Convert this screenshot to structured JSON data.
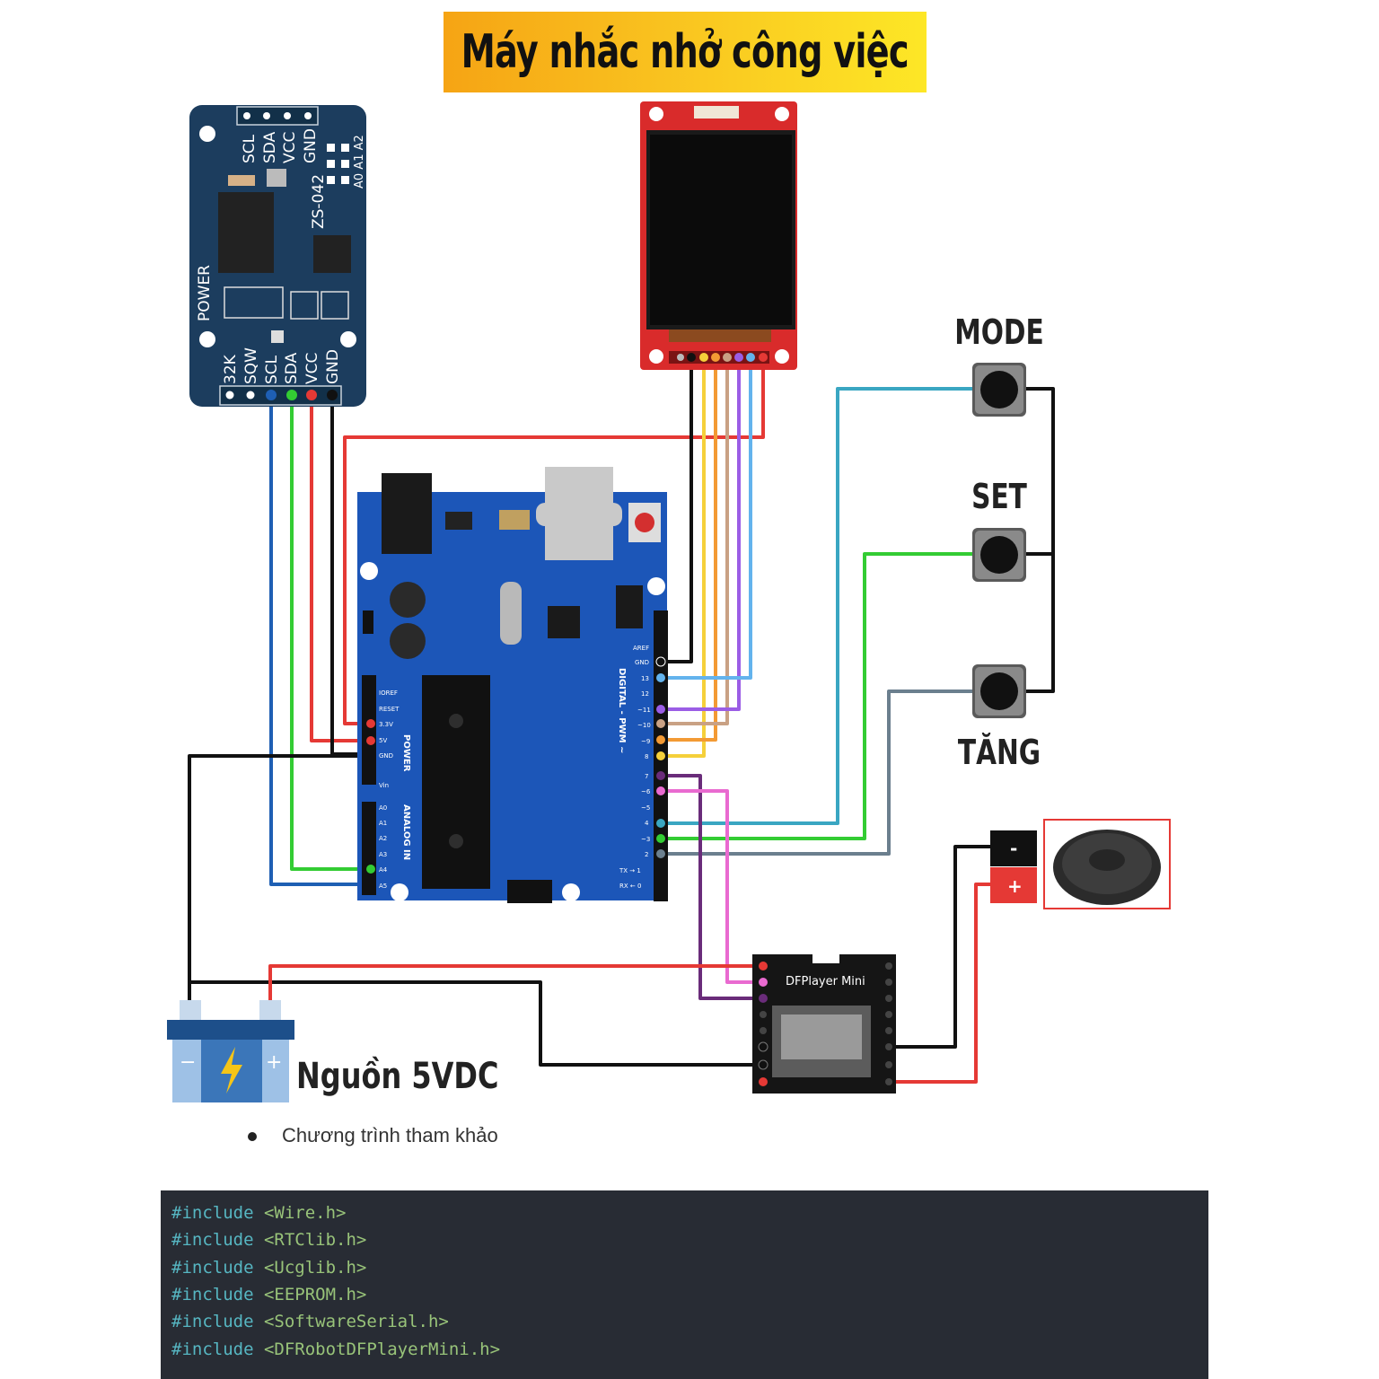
{
  "title": "Máy nhắc nhở công việc",
  "rtc_module": {
    "top_pins": [
      "SCL",
      "SDA",
      "VCC",
      "GND"
    ],
    "bottom_pins": [
      "32K",
      "SQW",
      "SCL",
      "SDA",
      "VCC",
      "GND"
    ],
    "chip_label": "ZS-042",
    "addr_label": "A0 A1 A2",
    "power_label": "POWER"
  },
  "arduino": {
    "power_header": [
      "IOREF",
      "RESET",
      "3.3V",
      "5V",
      "GND",
      "Vin"
    ],
    "analog_header": [
      "A0",
      "A1",
      "A2",
      "A3",
      "A4",
      "A5"
    ],
    "digital_header": [
      "AREF",
      "GND",
      "13",
      "12",
      "~11",
      "~10",
      "~9",
      "8",
      "7",
      "~6",
      "~5",
      "4",
      "~3",
      "2",
      "TX → 1",
      "RX ← 0"
    ],
    "section_power": "POWER",
    "section_analog": "ANALOG IN",
    "section_digital": "DIGITAL - PWM ~"
  },
  "buttons": [
    {
      "label": "MODE"
    },
    {
      "label": "SET"
    },
    {
      "label": "TĂNG"
    }
  ],
  "dfplayer": {
    "label": "DFPlayer Mini"
  },
  "speaker": {
    "minus": "-",
    "plus": "+"
  },
  "power_source": {
    "label": "Nguồn 5VDC",
    "minus": "−",
    "plus": "+"
  },
  "bullet": "Chương trình tham khảo",
  "code": {
    "lines": [
      {
        "keyword": "#include",
        "header": "<Wire.h>"
      },
      {
        "keyword": "#include",
        "header": "<RTClib.h>"
      },
      {
        "keyword": "#include",
        "header": "<Ucglib.h>"
      },
      {
        "keyword": "#include",
        "header": "<EEPROM.h>"
      },
      {
        "keyword": "#include",
        "header": "<SoftwareSerial.h>"
      },
      {
        "keyword": "#include",
        "header": "<DFRobotDFPlayerMini.h>"
      }
    ]
  },
  "colors": {
    "banner_start": "#f6a414",
    "banner_end": "#fde726",
    "rtc_board": "#1c3d5e",
    "arduino_board": "#1c56b8",
    "tft_frame": "#d92b2b",
    "code_bg": "#282c34",
    "wire_red": "#e53935",
    "wire_black": "#111111",
    "wire_blue": "#1e5fb3",
    "wire_green": "#33cc33",
    "wire_teal": "#3aa6c2",
    "wire_gray": "#6b7f8e",
    "wire_purple": "#6a2c7a",
    "wire_pink": "#e96ad0"
  }
}
